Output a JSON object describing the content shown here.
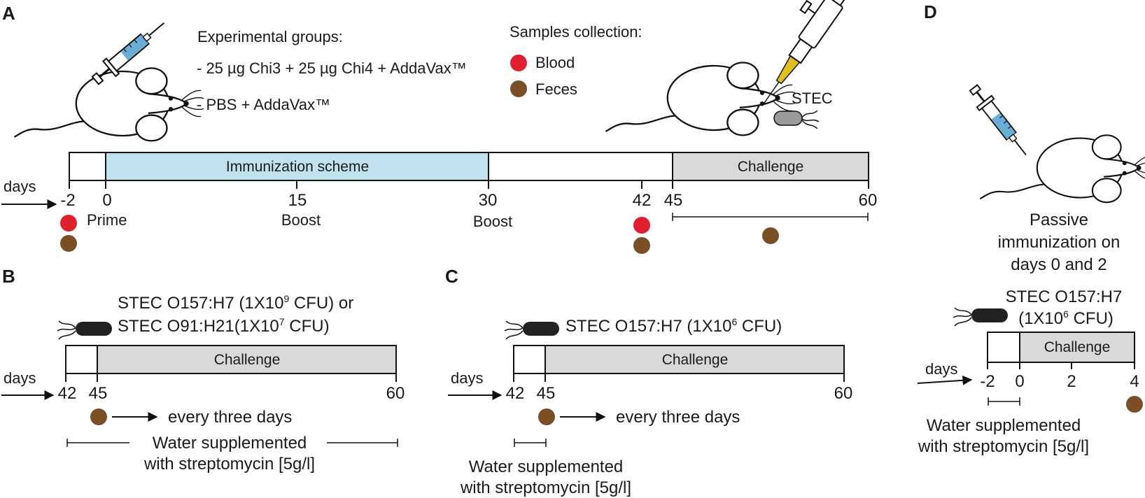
{
  "panel_a": {
    "letter": "A",
    "groups_title": "Experimental groups:",
    "group_1": "- 25 µg Chi3 + 25 µg Chi4 + AddaVax™",
    "group_2": "- PBS + AddaVax™",
    "samples_title": "Samples collection:",
    "blood": "Blood",
    "feces": "Feces",
    "stec": "STEC",
    "immunization": "Immunization scheme",
    "challenge": "Challenge",
    "days": "days",
    "ticks": [
      "-2",
      "0",
      "15",
      "30",
      "42",
      "45",
      "60"
    ],
    "prime": "Prime",
    "boost_1": "Boost",
    "boost_2": "Boost"
  },
  "panel_b": {
    "letter": "B",
    "strain_1": "STEC O157:H7 (1X10",
    "exp_1": "9",
    "tail_1": " CFU) or",
    "strain_2": "STEC O91:H21(1X10",
    "exp_2": "7",
    "tail_2": " CFU)",
    "challenge": "Challenge",
    "days": "days",
    "ticks": [
      "42",
      "45",
      "60"
    ],
    "every": "every three days",
    "water_1": "Water supplemented",
    "water_2": "with streptomycin [5g/l]"
  },
  "panel_c": {
    "letter": "C",
    "strain": "STEC O157:H7 (1X10",
    "exp": "6",
    "tail": " CFU)",
    "challenge": "Challenge",
    "days": "days",
    "ticks": [
      "42",
      "45",
      "60"
    ],
    "every": "every three days",
    "water_1": "Water supplemented",
    "water_2": "with streptomycin [5g/l]"
  },
  "panel_d": {
    "letter": "D",
    "passive_1": "Passive",
    "passive_2": "immunization on",
    "passive_3": "days 0 and 2",
    "strain": "STEC O157:H7",
    "dose": "(1X10",
    "exp": "6",
    "tail": " CFU)",
    "challenge": "Challenge",
    "days": "days",
    "ticks": [
      "-2",
      "0",
      "2",
      "4"
    ],
    "water_1": "Water supplemented",
    "water_2": "with streptomycin [5g/l]"
  },
  "colors": {
    "blood": "#e0202e",
    "feces": "#7a4f25",
    "immunization_fill": "#bfe2ee",
    "challenge_fill": "#d9d9d9",
    "syringe_liquid": "#6aaed6",
    "pipette_tip": "#e0c020",
    "bacterium_dark": "#222222",
    "bacterium_gray": "#9a9a9a"
  }
}
